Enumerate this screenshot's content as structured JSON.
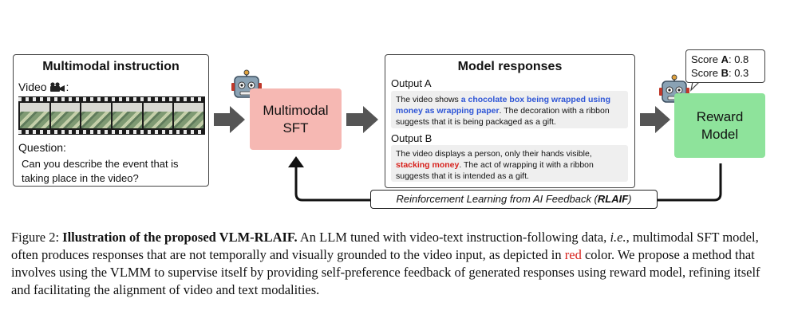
{
  "instruction": {
    "title": "Multimodal instruction",
    "video_label": "Video",
    "video_suffix": ":",
    "question_label": "Question:",
    "question_text": "Can you describe the event that is taking place in the video?"
  },
  "sft": {
    "line1": "Multimodal",
    "line2": "SFT"
  },
  "responses": {
    "title": "Model responses",
    "output_a": {
      "label": "Output A",
      "pre": "The video shows ",
      "highlight": "a chocolate box being wrapped using money as wrapping paper",
      "post": ". The decoration with a ribbon suggests that it is being packaged as a gift."
    },
    "output_b": {
      "label": "Output B",
      "pre": "The video displays a person, only their hands visible, ",
      "highlight": "stacking money",
      "post": ". The act of wrapping it with a ribbon suggests that it is intended as a gift."
    }
  },
  "reward": {
    "line1": "Reward",
    "line2": "Model",
    "score_prefix": "Score ",
    "score_a_name": "A",
    "score_a_value": ": 0.8",
    "score_b_name": "B",
    "score_b_value": ": 0.3"
  },
  "feedback": {
    "text": "Reinforcement Learning from AI Feedback (",
    "abbr": "RLAIF",
    "close": ")"
  },
  "caption": {
    "fig": "Figure 2: ",
    "title": "Illustration of the proposed VLM-RLAIF.",
    "t1": " An LLM tuned with video-text instruction-following data, ",
    "ie": "i.e.",
    "t2": ", multimodal SFT model, often produces responses that are not temporally and visually grounded to the video input, as depicted in ",
    "red": "red",
    "t3": " color. We propose a method that involves using the VLMM to supervise itself by providing self-preference feedback of generated responses using reward model, refining itself and facilitating the alignment of video and text modalities."
  },
  "colors": {
    "sft_fill": "#f6b8b3",
    "reward_fill": "#8ee39b",
    "highlight_blue": "#2e55d6",
    "highlight_red": "#d7221d",
    "arrow_gray": "#555555",
    "robot_body": "#8aa2b4"
  }
}
